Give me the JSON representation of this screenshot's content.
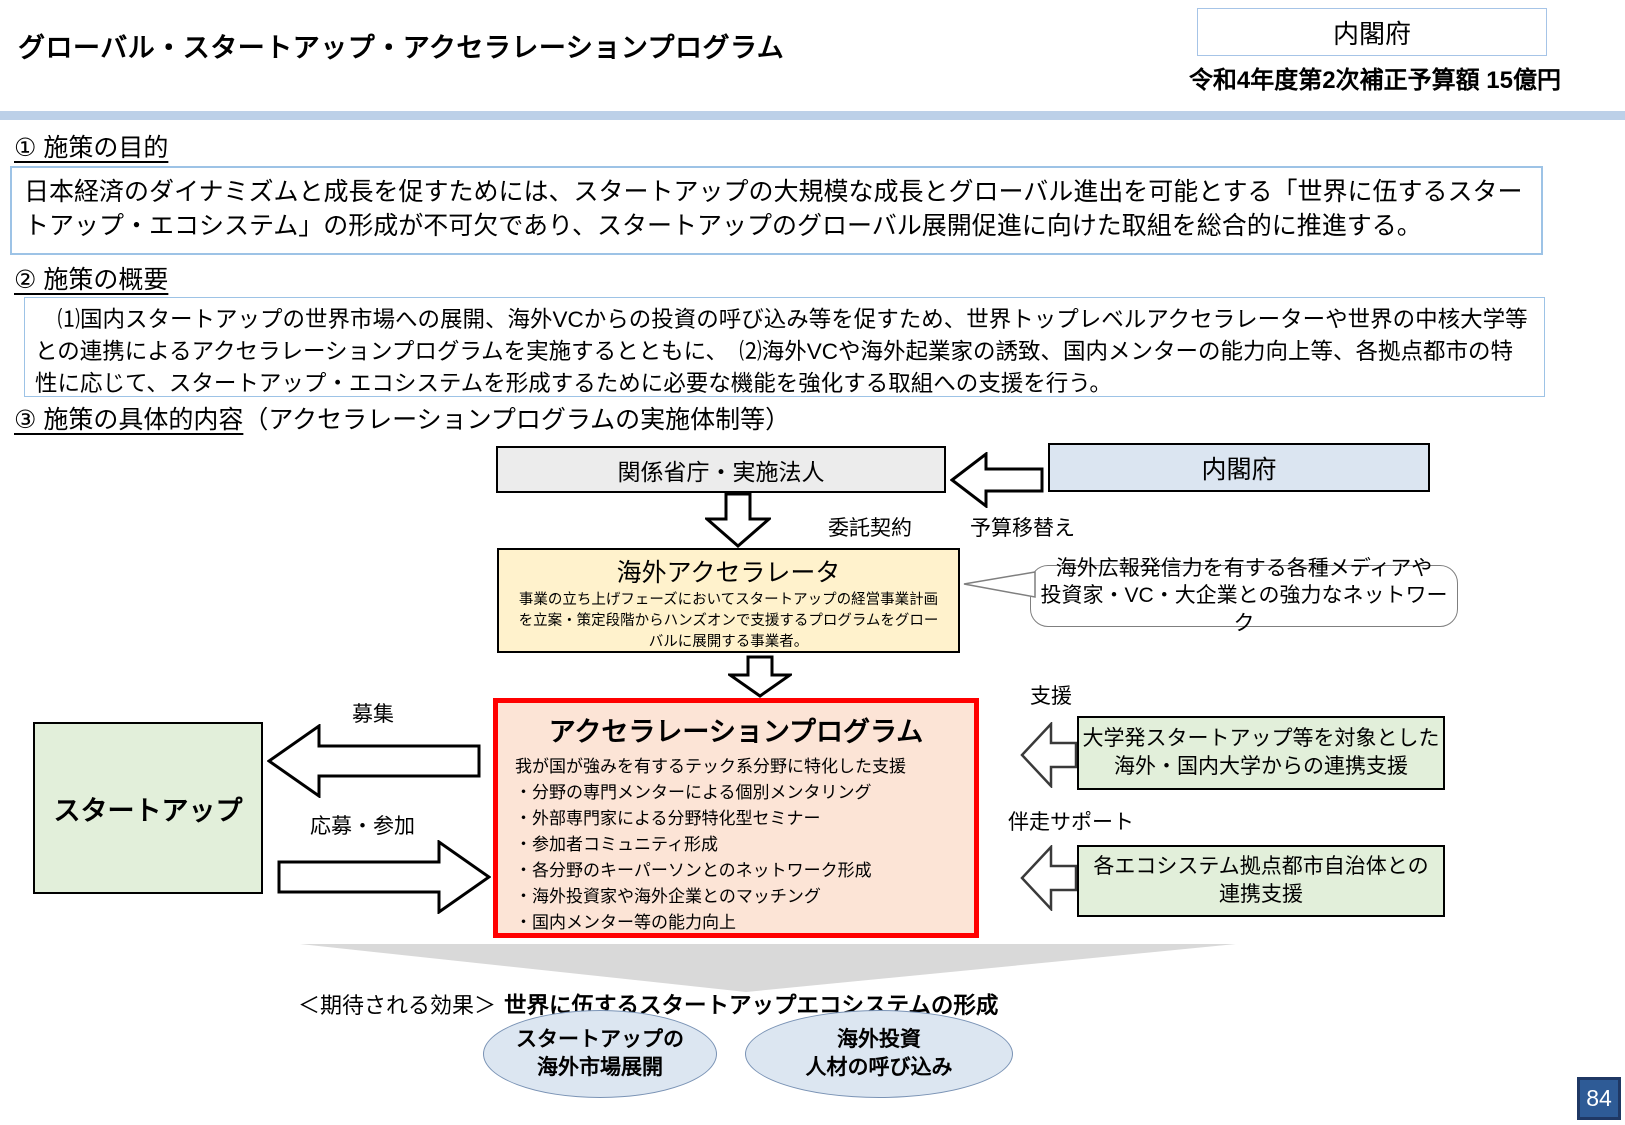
{
  "header": {
    "title": "グローバル・スタートアップ・アクセラレーションプログラム",
    "agency": "内閣府",
    "budget": "令和4年度第2次補正予算額 15億円"
  },
  "section1": {
    "heading": "① 施策の目的",
    "body": "日本経済のダイナミズムと成長を促すためには、スタートアップの大規模な成長とグローバル進出を可能とする「世界に伍するスタートアップ・エコシステム」の形成が不可欠であり、スタートアップのグローバル展開促進に向けた取組を総合的に推進する。"
  },
  "section2": {
    "heading": "② 施策の概要",
    "body": "　⑴国内スタートアップの世界市場への展開、海外VCからの投資の呼び込み等を促すため、世界トップレベルアクセラレーターや世界の中核大学等との連携によるアクセラレーションプログラムを実施するとともに、　⑵海外VCや海外起業家の誘致、国内メンターの能力向上等、各拠点都市の特性に応じて、スタートアップ・エコシステムを形成するために必要な機能を強化する取組への支援を行う。"
  },
  "section3": {
    "heading_underlined": "③ 施策の具体的内容",
    "heading_rest": "（アクセラレーションプログラムの実施体制等）"
  },
  "diagram": {
    "ministries_box": "関係省庁・実施法人",
    "cabinet_box": "内閣府",
    "label_consignment": "委託契約",
    "label_budget_transfer": "予算移替え",
    "accelerator": {
      "title": "海外アクセラレータ",
      "desc": "事業の立ち上げフェーズにおいてスタートアップの経営事業計画を立案・策定段階からハンズオンで支援するプログラムをグローバルに展開する事業者。"
    },
    "callout": {
      "line1": "海外広報発信力を有する各種メディアや",
      "line2": "投資家・VC・大企業との強力なネットワーク"
    },
    "program": {
      "title": "アクセラレーションプログラム",
      "lines": [
        "我が国が強みを有するテック系分野に特化した支援",
        "・分野の専門メンターによる個別メンタリング",
        "・外部専門家による分野特化型セミナー",
        "・参加者コミュニティ形成",
        "・各分野のキーパーソンとのネットワーク形成",
        "・海外投資家や海外企業とのマッチング",
        "・国内メンター等の能力向上"
      ]
    },
    "startup_box": "スタートアップ",
    "label_recruit": "募集",
    "label_apply": "応募・参加",
    "label_support": "支援",
    "label_accompany": "伴走サポート",
    "support_box1": {
      "line1": "大学発スタートアップ等を対象とした",
      "line2": "海外・国内大学からの連携支援"
    },
    "support_box2": {
      "line1": "各エコシステム拠点都市自治体との",
      "line2": "連携支援"
    }
  },
  "effects": {
    "label": "＜期待される効果＞",
    "headline": "世界に伍するスタートアップエコシステムの形成",
    "ellipse1": {
      "line1": "スタートアップの",
      "line2": "海外市場展開"
    },
    "ellipse2": {
      "line1": "海外投資",
      "line2": "人材の呼び込み"
    }
  },
  "page_number": "84",
  "colors": {
    "divider_blue": "#bcd0e8",
    "section_border_blue": "#9dc3e6",
    "box_gray": "#ececec",
    "box_blue": "#dbe5f1",
    "box_yellow": "#fff2cc",
    "program_fill": "#fce4d6",
    "program_border_red": "#ff0000",
    "box_green": "#e2efda",
    "ellipse_blue": "#dce6f1",
    "page_number_bg": "#2e5b96"
  }
}
